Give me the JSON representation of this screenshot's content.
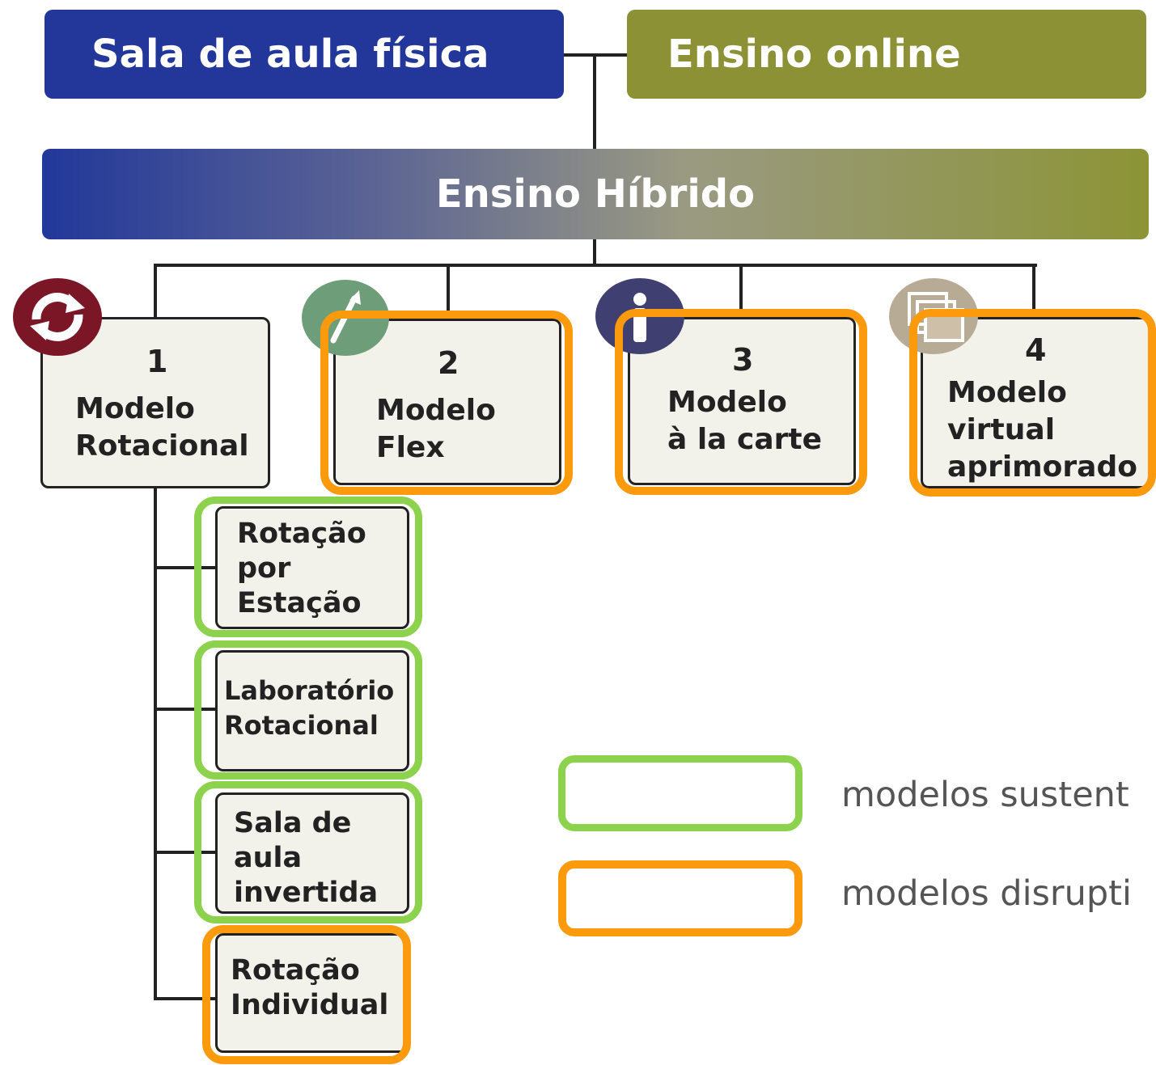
{
  "top": {
    "physical": "Sala de aula física",
    "online": "Ensino online",
    "hybrid": "Ensino Híbrido"
  },
  "models": [
    {
      "num": "1",
      "label": "Modelo\nRotacional",
      "icon": "rotation-icon",
      "category": "none"
    },
    {
      "num": "2",
      "label": "Modelo\nFlex",
      "icon": "flex-icon",
      "category": "disruptive"
    },
    {
      "num": "3",
      "label": "Modelo\nà la carte",
      "icon": "person-icon",
      "category": "disruptive"
    },
    {
      "num": "4",
      "label": "Modelo\nvirtual\naprimorado",
      "icon": "layers-icon",
      "category": "disruptive"
    }
  ],
  "submodels": [
    {
      "label": "Rotação\npor\nEstação",
      "category": "sustaining"
    },
    {
      "label": "Laboratório\nRotacional",
      "category": "sustaining"
    },
    {
      "label": "Sala de\naula\ninvertida",
      "category": "sustaining"
    },
    {
      "label": "Rotação\nIndividual",
      "category": "disruptive"
    }
  ],
  "legend": {
    "sustaining": "modelos sustent",
    "disruptive": "modelos disrupti"
  },
  "colors": {
    "physical": "#23379a",
    "online": "#8b9134",
    "sustaining": "#8dd24d",
    "disruptive": "#fa9a0c"
  }
}
